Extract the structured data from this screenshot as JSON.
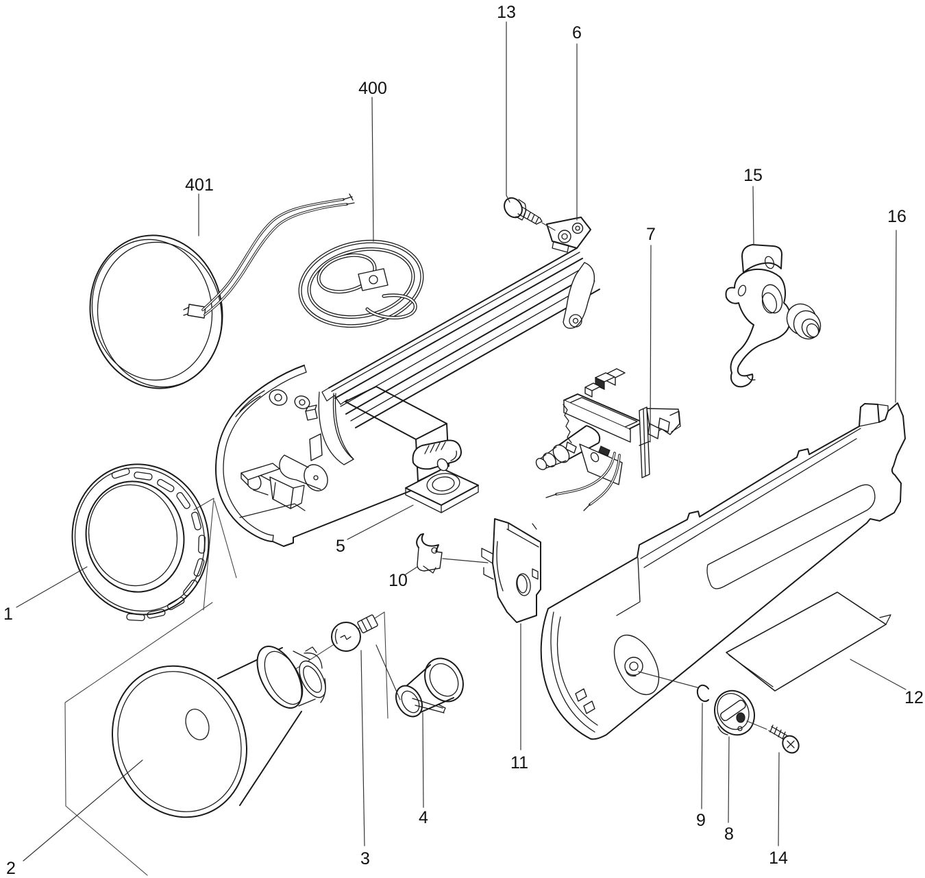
{
  "diagram": {
    "type": "exploded-parts-diagram",
    "subject": "flashlight-exploded-view",
    "colors": {
      "background": "#ffffff",
      "line": "#1a1a1a",
      "leader": "#333333"
    },
    "labels": [
      {
        "id": "label-1",
        "text": "1"
      },
      {
        "id": "label-2",
        "text": "2"
      },
      {
        "id": "label-3",
        "text": "3"
      },
      {
        "id": "label-4",
        "text": "4"
      },
      {
        "id": "label-5",
        "text": "5"
      },
      {
        "id": "label-6",
        "text": "6"
      },
      {
        "id": "label-7",
        "text": "7"
      },
      {
        "id": "label-8",
        "text": "8"
      },
      {
        "id": "label-9",
        "text": "9"
      },
      {
        "id": "label-10",
        "text": "10"
      },
      {
        "id": "label-11",
        "text": "11"
      },
      {
        "id": "label-12",
        "text": "12"
      },
      {
        "id": "label-13",
        "text": "13"
      },
      {
        "id": "label-14",
        "text": "14"
      },
      {
        "id": "label-15",
        "text": "15"
      },
      {
        "id": "label-16",
        "text": "16"
      },
      {
        "id": "label-400",
        "text": "400"
      },
      {
        "id": "label-401",
        "text": "401"
      }
    ]
  }
}
